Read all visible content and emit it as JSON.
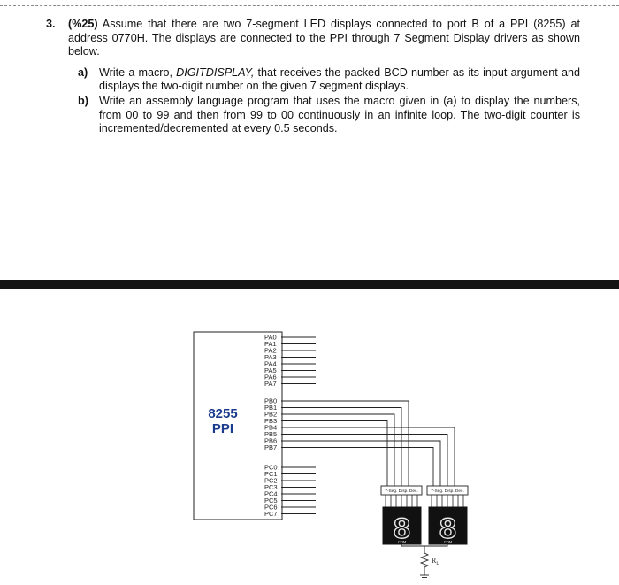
{
  "question": {
    "number": "3.",
    "points": "(%25)",
    "text": "Assume that there are two 7-segment LED displays connected to port B of a PPI (8255) at address 0770H. The displays are connected to the PPI through 7 Segment Display drivers as shown below.",
    "parts": [
      {
        "label": "a)",
        "text_before": "Write a macro, ",
        "emph": "DIGITDISPLAY,",
        "text_after": " that receives the packed BCD number as its input argument and displays the two-digit number on the given 7 segment displays."
      },
      {
        "label": "b)",
        "text": "Write an assembly language program that uses the macro given in (a) to display the numbers, from 00 to 99 and then from 99 to 00 continuously in an infinite loop. The two-digit counter is incremented/decremented at every 0.5 seconds."
      }
    ]
  },
  "diagram": {
    "chip_label_line1": "8255",
    "chip_label_line2": "PPI",
    "port_a_pins": [
      "PA0",
      "PA1",
      "PA2",
      "PA3",
      "PA4",
      "PA5",
      "PA6",
      "PA7"
    ],
    "port_b_pins": [
      "PB0",
      "PB1",
      "PB2",
      "PB3",
      "PB4",
      "PB5",
      "PB6",
      "PB7"
    ],
    "port_c_pins": [
      "PC0",
      "PC1",
      "PC2",
      "PC3",
      "PC4",
      "PC5",
      "PC6",
      "PC7"
    ],
    "driver_label": "7-Seg. Disp. Dec.",
    "display_glyph": "8",
    "com_label": "COM",
    "resistor_label": "R",
    "resistor_subscript": "L"
  }
}
